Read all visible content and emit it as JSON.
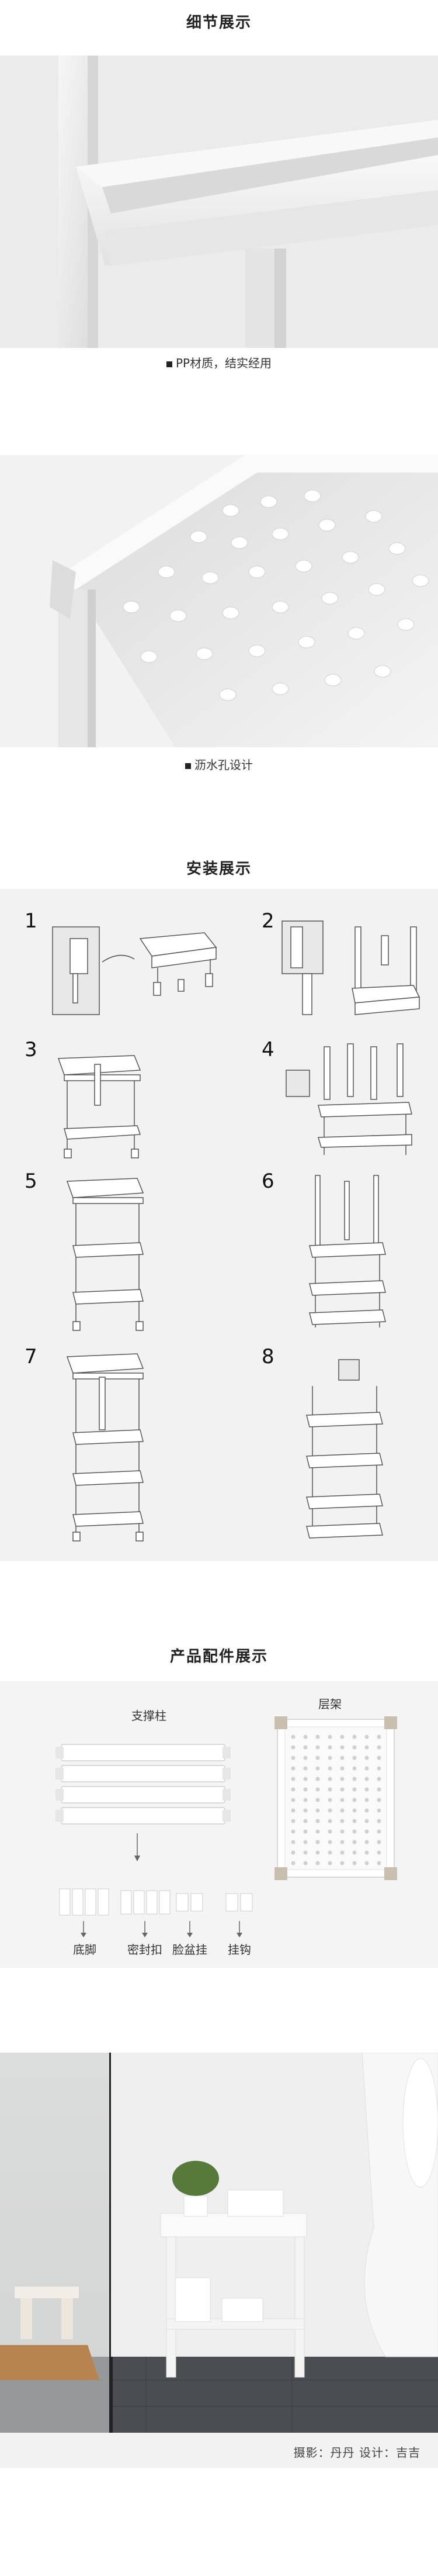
{
  "sections": {
    "detail_title": "细节展示",
    "install_title": "安装展示",
    "parts_title": "产品配件展示"
  },
  "detail": {
    "caption1": "PP材质，结实经用",
    "caption2": "沥水孔设计"
  },
  "install": {
    "steps": [
      "1",
      "2",
      "3",
      "4",
      "5",
      "6",
      "7",
      "8"
    ]
  },
  "parts": {
    "pillar_label": "支撑柱",
    "tray_label": "层架",
    "foot_label": "底脚",
    "seal_label": "密封扣",
    "basin_label": "脸盆挂",
    "hook_label": "挂钩"
  },
  "footer": {
    "credit": "摄影：丹丹    设计：吉吉"
  }
}
